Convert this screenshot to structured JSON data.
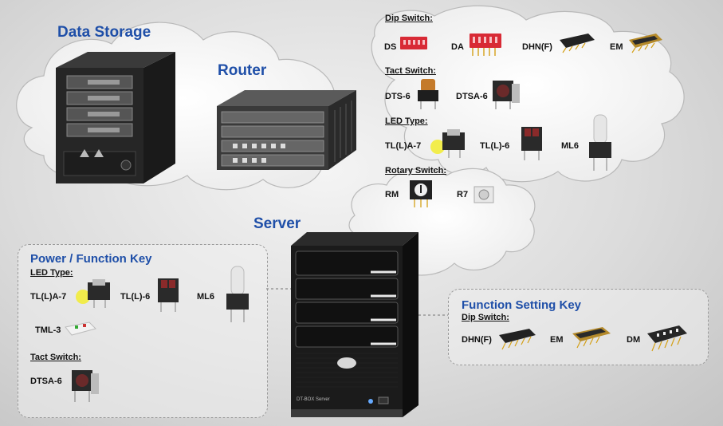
{
  "sections": {
    "data_storage": "Data Storage",
    "router": "Router",
    "server": "Server"
  },
  "cloud_components": {
    "dip_switch": {
      "title": "Dip Switch:",
      "items": [
        "DS",
        "DA",
        "DHN(F)",
        "EM"
      ]
    },
    "tact_switch": {
      "title": "Tact Switch:",
      "items": [
        "DTS-6",
        "DTSA-6"
      ]
    },
    "led_type": {
      "title": "LED Type:",
      "items": [
        "TL(L)A-7",
        "TL(L)-6",
        "ML6"
      ]
    },
    "rotary_switch": {
      "title": "Rotary Switch:",
      "items": [
        "RM",
        "R7"
      ]
    }
  },
  "power_function_key": {
    "title": "Power / Function Key",
    "led_type": {
      "title": "LED Type:",
      "items": [
        "TL(L)A-7",
        "TL(L)-6",
        "ML6",
        "TML-3"
      ]
    },
    "tact_switch": {
      "title": "Tact Switch:",
      "items": [
        "DTSA-6"
      ]
    }
  },
  "function_setting_key": {
    "title": "Function Setting Key",
    "dip_switch": {
      "title": "Dip Switch:",
      "items": [
        "DHN(F)",
        "EM",
        "DM"
      ]
    }
  },
  "server_front_label": "DT-BOX Server"
}
